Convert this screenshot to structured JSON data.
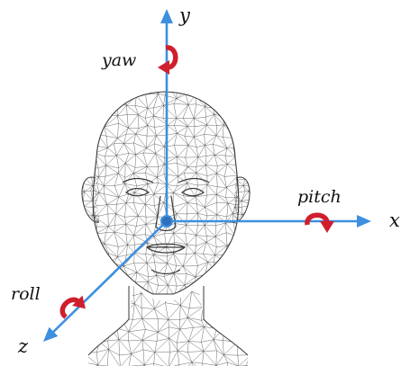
{
  "axes": {
    "x": {
      "label": "x"
    },
    "y": {
      "label": "y"
    },
    "z": {
      "label": "z"
    }
  },
  "rotations": {
    "yaw": {
      "label": "yaw",
      "about_axis": "y"
    },
    "pitch": {
      "label": "pitch",
      "about_axis": "x"
    },
    "roll": {
      "label": "roll",
      "about_axis": "z"
    }
  },
  "colors": {
    "axis": "#3d8fe0",
    "axis_origin": "#2f6fb8",
    "rotation_arrow": "#cf1f2e",
    "wireframe": "#3a3a3a",
    "text": "#111111",
    "background": "#ffffff"
  },
  "figure": {
    "subject": "wireframe-head-mesh"
  }
}
